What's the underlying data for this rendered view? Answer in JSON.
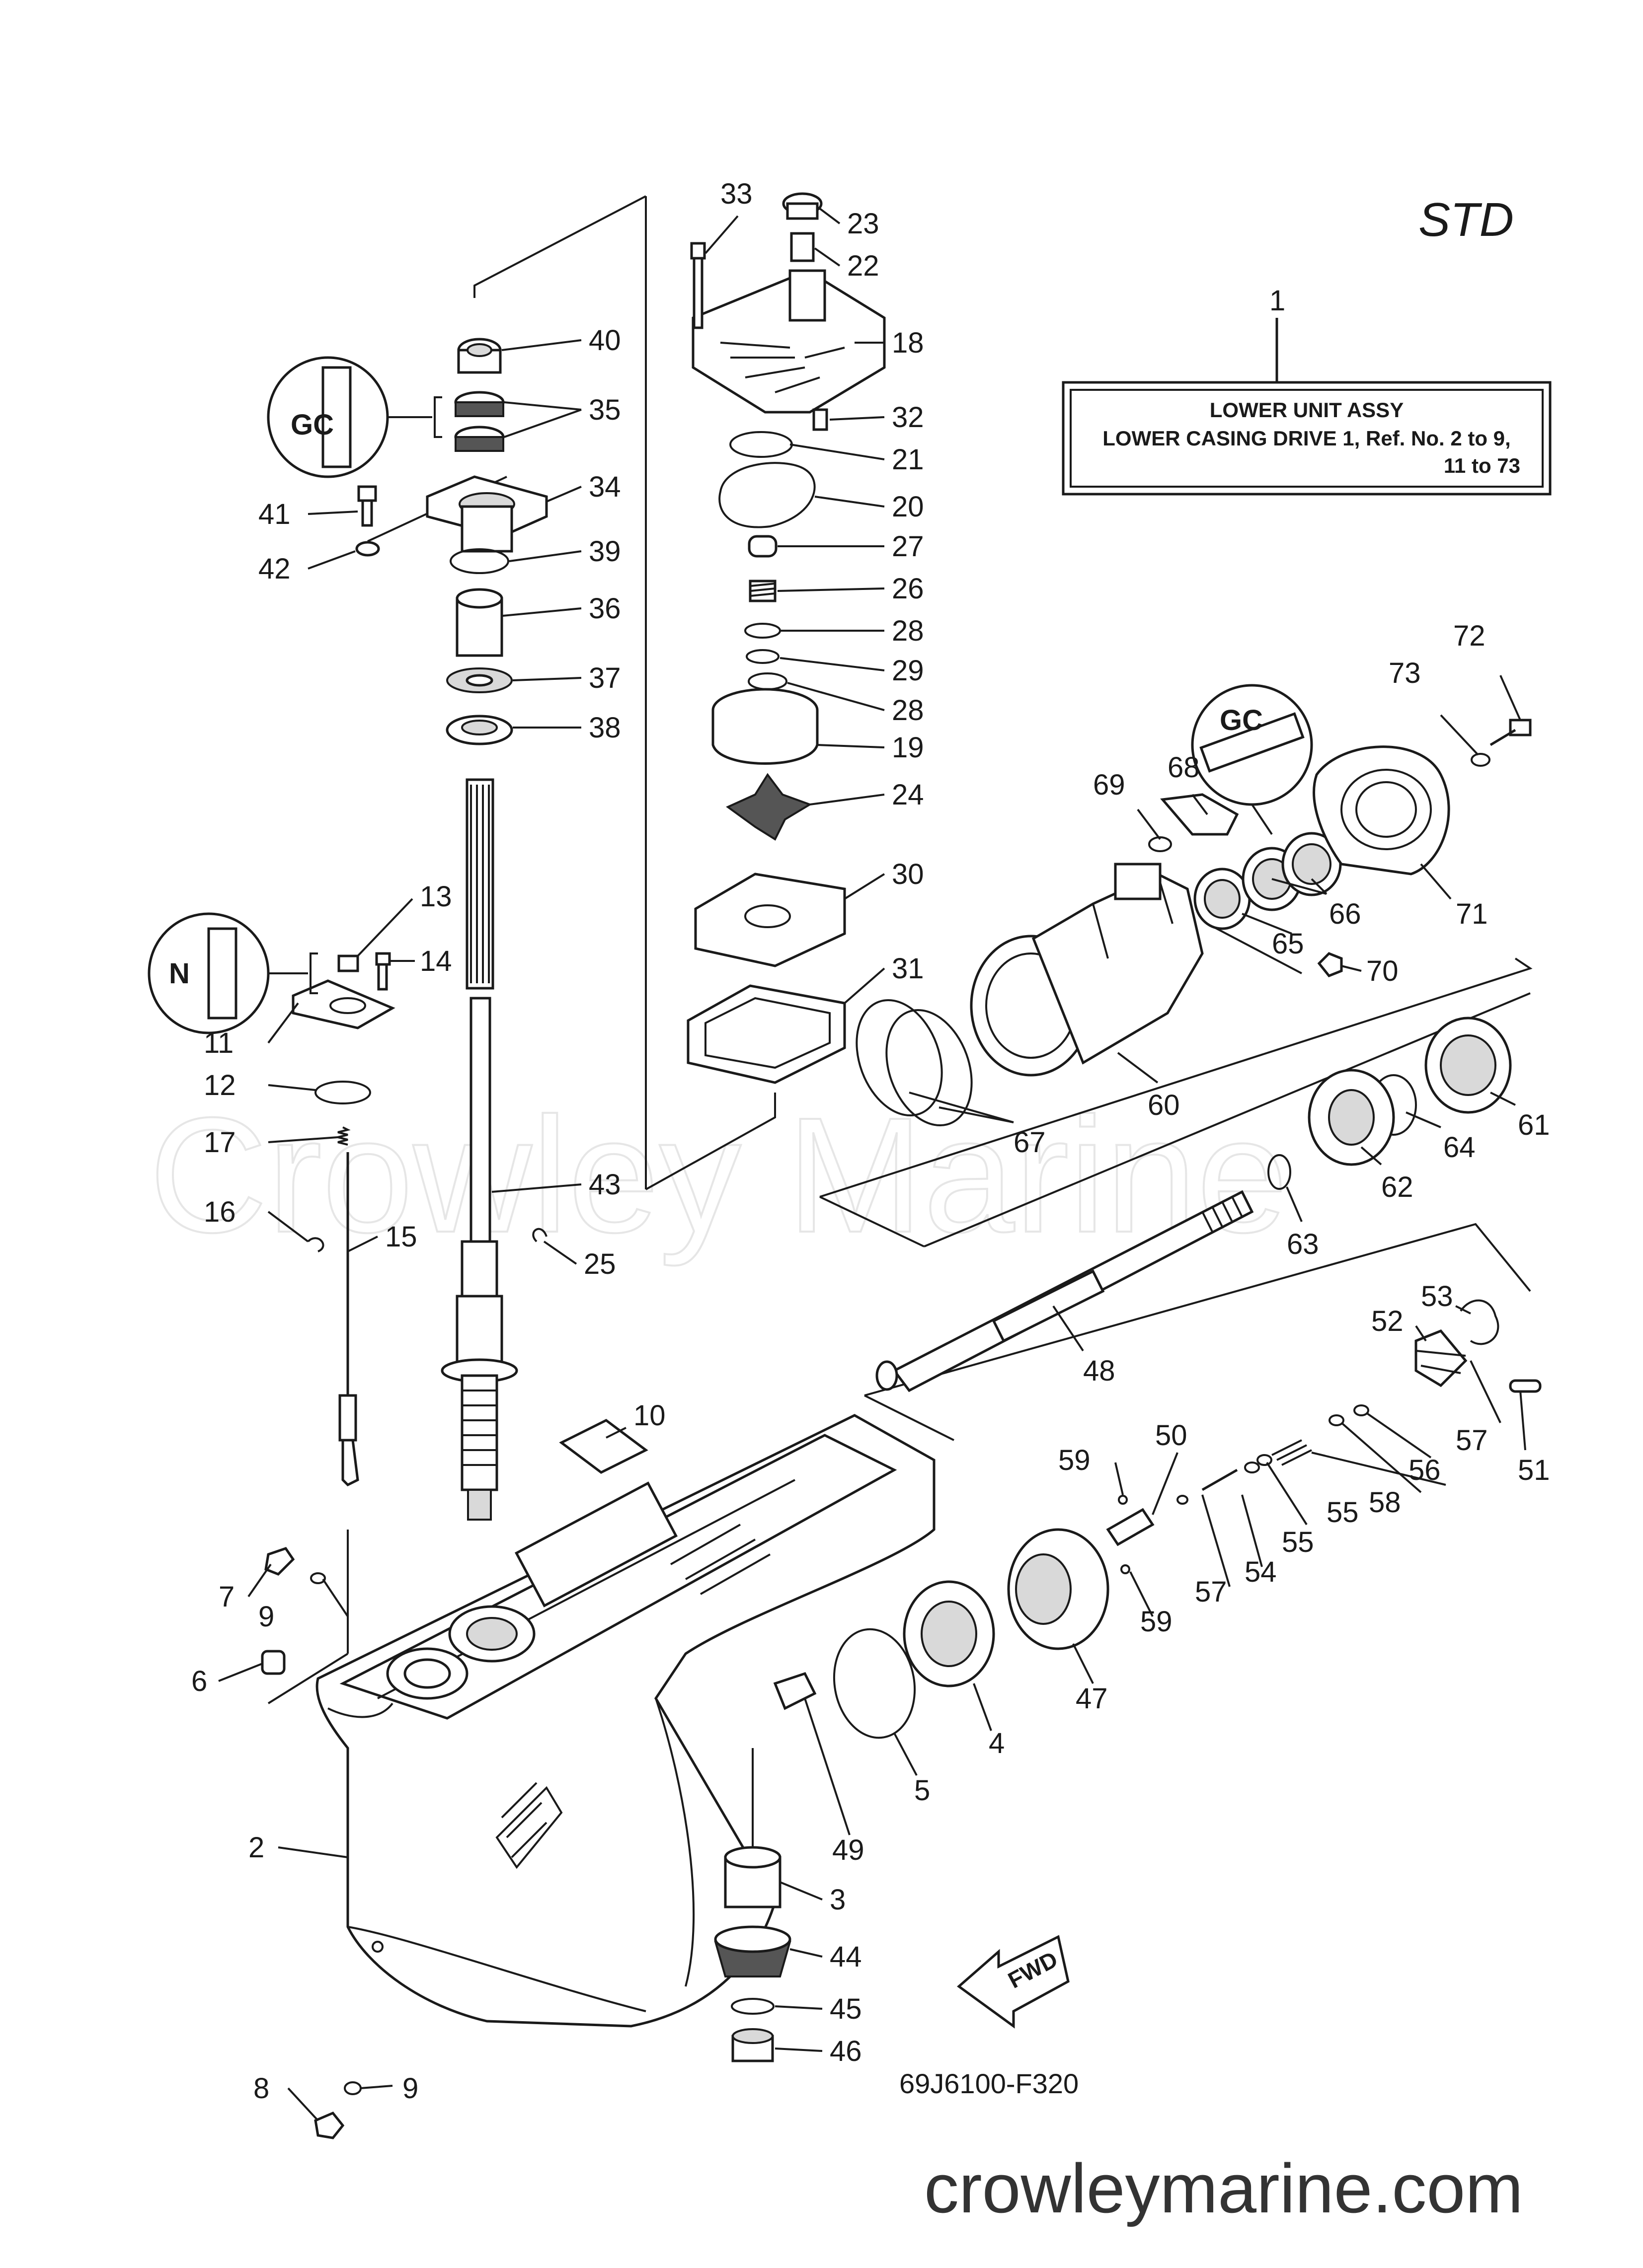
{
  "header": {
    "std": "STD"
  },
  "assembly_box": {
    "ref_no": "1",
    "line1": "LOWER UNIT ASSY",
    "line2": "LOWER CASING DRIVE 1,  Ref. No. 2 to 9,",
    "line3": "11 to 73"
  },
  "watermark": "Crowley Marine",
  "drawing_code": "69J6100-F320",
  "fwd_label": "FWD",
  "website": "crowleymarine.com",
  "callouts": [
    {
      "id": "c33",
      "text": "33"
    },
    {
      "id": "c23",
      "text": "23"
    },
    {
      "id": "c22",
      "text": "22"
    },
    {
      "id": "c18",
      "text": "18"
    },
    {
      "id": "c32",
      "text": "32"
    },
    {
      "id": "c21",
      "text": "21"
    },
    {
      "id": "c20",
      "text": "20"
    },
    {
      "id": "c27",
      "text": "27"
    },
    {
      "id": "c26",
      "text": "26"
    },
    {
      "id": "c28a",
      "text": "28"
    },
    {
      "id": "c29",
      "text": "29"
    },
    {
      "id": "c28b",
      "text": "28"
    },
    {
      "id": "c19",
      "text": "19"
    },
    {
      "id": "c24",
      "text": "24"
    },
    {
      "id": "c30",
      "text": "30"
    },
    {
      "id": "c31",
      "text": "31"
    },
    {
      "id": "c40",
      "text": "40"
    },
    {
      "id": "c35",
      "text": "35"
    },
    {
      "id": "c34",
      "text": "34"
    },
    {
      "id": "c41",
      "text": "41"
    },
    {
      "id": "c42",
      "text": "42"
    },
    {
      "id": "c39",
      "text": "39"
    },
    {
      "id": "c36",
      "text": "36"
    },
    {
      "id": "c37",
      "text": "37"
    },
    {
      "id": "c38",
      "text": "38"
    },
    {
      "id": "c13",
      "text": "13"
    },
    {
      "id": "c14",
      "text": "14"
    },
    {
      "id": "c11",
      "text": "11"
    },
    {
      "id": "c12",
      "text": "12"
    },
    {
      "id": "c17",
      "text": "17"
    },
    {
      "id": "c16",
      "text": "16"
    },
    {
      "id": "c15",
      "text": "15"
    },
    {
      "id": "c43",
      "text": "43"
    },
    {
      "id": "c25",
      "text": "25"
    },
    {
      "id": "c10",
      "text": "10"
    },
    {
      "id": "c7",
      "text": "7"
    },
    {
      "id": "c9a",
      "text": "9"
    },
    {
      "id": "c6",
      "text": "6"
    },
    {
      "id": "c2",
      "text": "2"
    },
    {
      "id": "c8",
      "text": "8"
    },
    {
      "id": "c9b",
      "text": "9"
    },
    {
      "id": "c72",
      "text": "72"
    },
    {
      "id": "c73",
      "text": "73"
    },
    {
      "id": "c69",
      "text": "69"
    },
    {
      "id": "c68",
      "text": "68"
    },
    {
      "id": "c66",
      "text": "66"
    },
    {
      "id": "c71",
      "text": "71"
    },
    {
      "id": "c65",
      "text": "65"
    },
    {
      "id": "c70",
      "text": "70"
    },
    {
      "id": "c60",
      "text": "60"
    },
    {
      "id": "c61",
      "text": "61"
    },
    {
      "id": "c64",
      "text": "64"
    },
    {
      "id": "c62",
      "text": "62"
    },
    {
      "id": "c67",
      "text": "67"
    },
    {
      "id": "c63",
      "text": "63"
    },
    {
      "id": "c53",
      "text": "53"
    },
    {
      "id": "c52",
      "text": "52"
    },
    {
      "id": "c48",
      "text": "48"
    },
    {
      "id": "c57a",
      "text": "57"
    },
    {
      "id": "c56",
      "text": "56"
    },
    {
      "id": "c51",
      "text": "51"
    },
    {
      "id": "c58",
      "text": "58"
    },
    {
      "id": "c55a",
      "text": "55"
    },
    {
      "id": "c55b",
      "text": "55"
    },
    {
      "id": "c50",
      "text": "50"
    },
    {
      "id": "c59a",
      "text": "59"
    },
    {
      "id": "c54",
      "text": "54"
    },
    {
      "id": "c57b",
      "text": "57"
    },
    {
      "id": "c59b",
      "text": "59"
    },
    {
      "id": "c47",
      "text": "47"
    },
    {
      "id": "c4",
      "text": "4"
    },
    {
      "id": "c5",
      "text": "5"
    },
    {
      "id": "c49",
      "text": "49"
    },
    {
      "id": "c3",
      "text": "3"
    },
    {
      "id": "c44",
      "text": "44"
    },
    {
      "id": "c45",
      "text": "45"
    },
    {
      "id": "c46",
      "text": "46"
    }
  ]
}
